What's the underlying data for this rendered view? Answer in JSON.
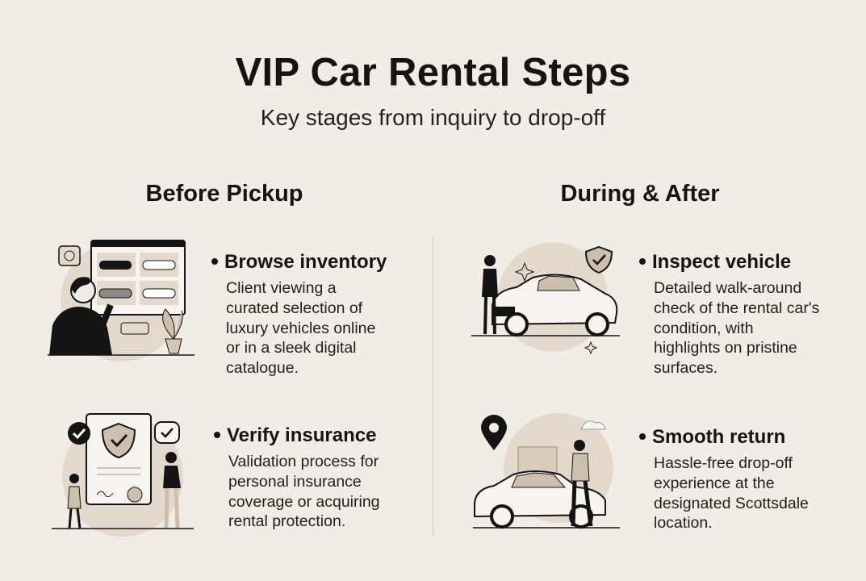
{
  "header": {
    "title": "VIP Car Rental Steps",
    "subtitle": "Key stages from inquiry to drop-off"
  },
  "sections": [
    {
      "heading": "Before Pickup",
      "steps": [
        {
          "title": "Browse inventory",
          "body": "Client viewing a curated selection of luxury vehicles online or in a sleek digital catalogue.",
          "icon": "browse-inventory-illustration"
        },
        {
          "title": "Verify insurance",
          "body": "Validation process for personal insurance coverage or acquiring rental protection.",
          "icon": "verify-insurance-illustration"
        }
      ]
    },
    {
      "heading": "During & After",
      "steps": [
        {
          "title": "Inspect vehicle",
          "body": "Detailed walk-around check of the rental car's condition, with highlights on pristine surfaces.",
          "icon": "inspect-vehicle-illustration"
        },
        {
          "title": "Smooth return",
          "body": "Hassle-free drop-off experience at the designated Scottsdale location.",
          "icon": "smooth-return-illustration"
        }
      ]
    }
  ],
  "colors": {
    "background": "#f1ede6",
    "accent_circle": "#e3d9cc",
    "ink": "#141414"
  }
}
